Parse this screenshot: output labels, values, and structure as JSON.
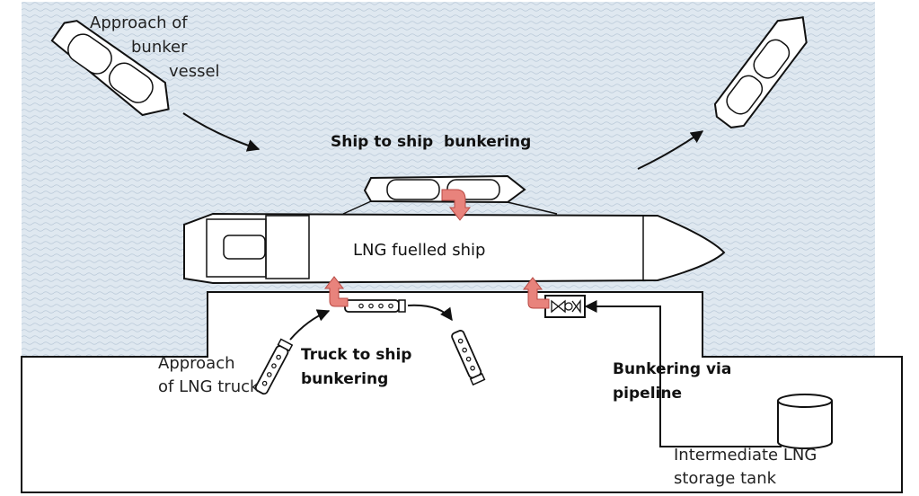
{
  "labels": {
    "approach_bunker_vessel": [
      "Approach of",
      "bunker",
      "vessel"
    ],
    "ship_to_ship": "Ship to ship  bunkering",
    "lng_fuelled_ship": "LNG fuelled ship",
    "approach_lng_truck": [
      "Approach",
      "of LNG truck"
    ],
    "truck_to_ship": [
      "Truck to ship",
      "bunkering"
    ],
    "bunkering_pipeline": [
      "Bunkering via",
      "pipeline"
    ],
    "storage_tank": [
      "Intermediate LNG",
      "storage tank"
    ]
  },
  "colors": {
    "water": "#dfe8f0",
    "wave": "#b9c9d8",
    "land": "#ffffff",
    "outline": "#111111",
    "flow_arrow": "#e8837c",
    "flow_arrow_outline": "#b84a44"
  }
}
